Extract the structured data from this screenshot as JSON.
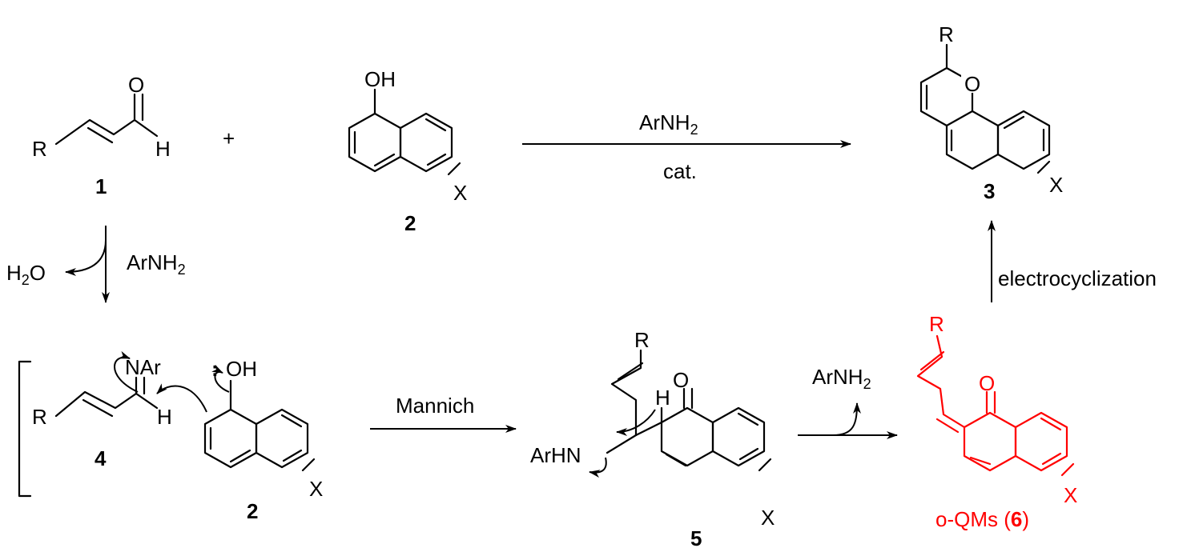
{
  "compounds": {
    "c1": {
      "number": "1",
      "r": "R",
      "o": "O",
      "h": "H"
    },
    "plus": "+",
    "c2_top": {
      "number": "2",
      "oh": "OH",
      "x": "X"
    },
    "c3": {
      "number": "3",
      "r": "R",
      "o": "O",
      "x": "X"
    },
    "c4": {
      "number": "4",
      "r": "R",
      "nar": "NAr",
      "h": "H"
    },
    "c2_bottom": {
      "number": "2",
      "oh": "OH",
      "x": "X",
      "lone_pair": ":"
    },
    "c5": {
      "number": "5",
      "r": "R",
      "o": "O",
      "h": "H",
      "arhn": "ArHN",
      "x": "X"
    },
    "c6": {
      "r": "R",
      "o": "O",
      "x": "X",
      "label_prefix": "o-QMs (",
      "number": "6",
      "label_suffix": ")"
    }
  },
  "conditions": {
    "top_above": "ArNH2",
    "top_below": "cat.",
    "down_reagent": "ArNH2",
    "down_byproduct": "H2O",
    "mannich": "Mannich",
    "elim_byproduct": "ArNH2",
    "electrocyclization": "electrocyclization"
  },
  "colors": {
    "highlight": "#ff0000",
    "ink": "#000000"
  }
}
